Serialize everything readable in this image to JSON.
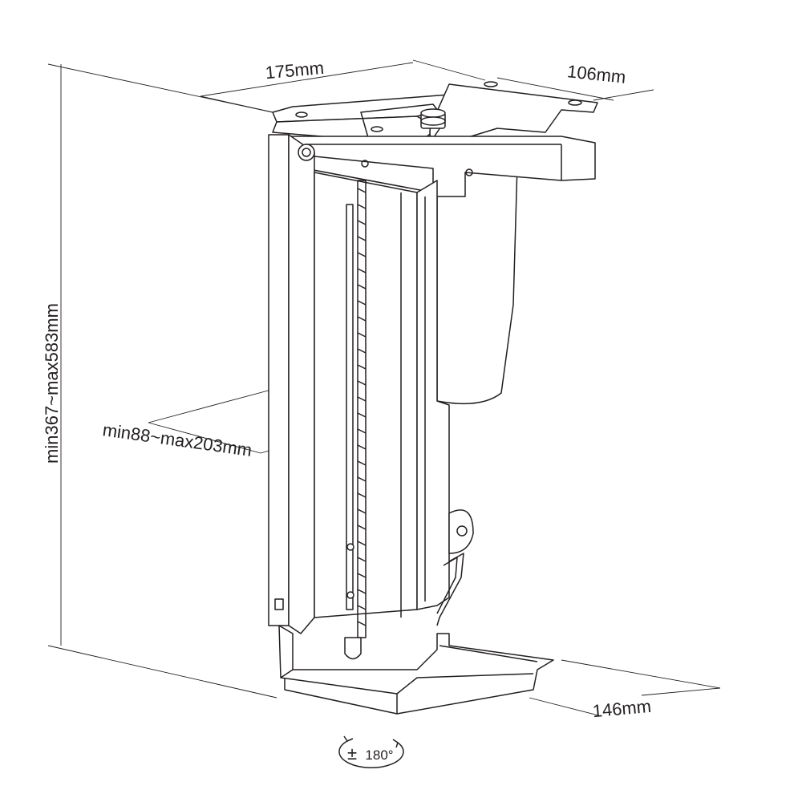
{
  "diagram": {
    "dimensions": {
      "width_top": "175mm",
      "depth_top": "106mm",
      "height_range": "min367~max583mm",
      "width_range": "min88~max203mm",
      "depth_bottom": "146mm"
    },
    "rotation": {
      "sign": "±",
      "value": "180°"
    },
    "colors": {
      "line": "#231f20",
      "background": "#ffffff"
    }
  }
}
